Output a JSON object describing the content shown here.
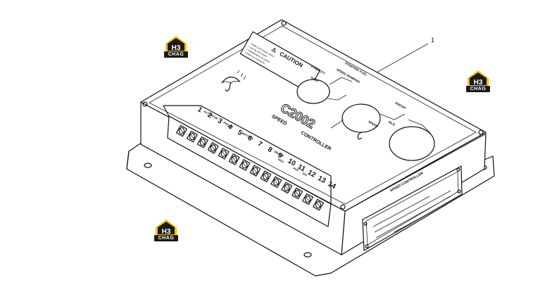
{
  "callout": {
    "number": "1"
  },
  "logo": {
    "mark": "H3",
    "subtext": "CHAG",
    "color_yellow": "#f5c400",
    "color_black": "#1a1a1a"
  },
  "caution": {
    "title": "CAUTION",
    "lines": [
      "• Make sure prime mover",
      "• can be shut down",
      "• independent of control",
      "• Refer to manual for",
      "• proper wiring details"
    ]
  },
  "model": "C2002",
  "subtitle": [
    "SPEED",
    "CONTROLLER"
  ],
  "pots": {
    "starting_fuel": "STARTING FUEL",
    "speed_ramping": "SPEED RAMPING",
    "stability": "STABILITY",
    "gain": "GAIN",
    "speed": "SPEED",
    "droop": "DROOP",
    "idle": "IDLE"
  },
  "terminal_headers": {
    "actuator": "ACTUATOR",
    "pickup": "PICKUP",
    "battery": "BATTERY",
    "droop": "DROOP",
    "idle": "IDLE",
    "aux": "AUX",
    "volt": "10V"
  },
  "terminals": [
    "1",
    "2",
    "3",
    "4",
    "5",
    "6",
    "7",
    "8",
    "9",
    "10",
    "11",
    "12",
    "13",
    "14"
  ],
  "nameplate": {
    "title": "SPEED CONTROLLER"
  }
}
